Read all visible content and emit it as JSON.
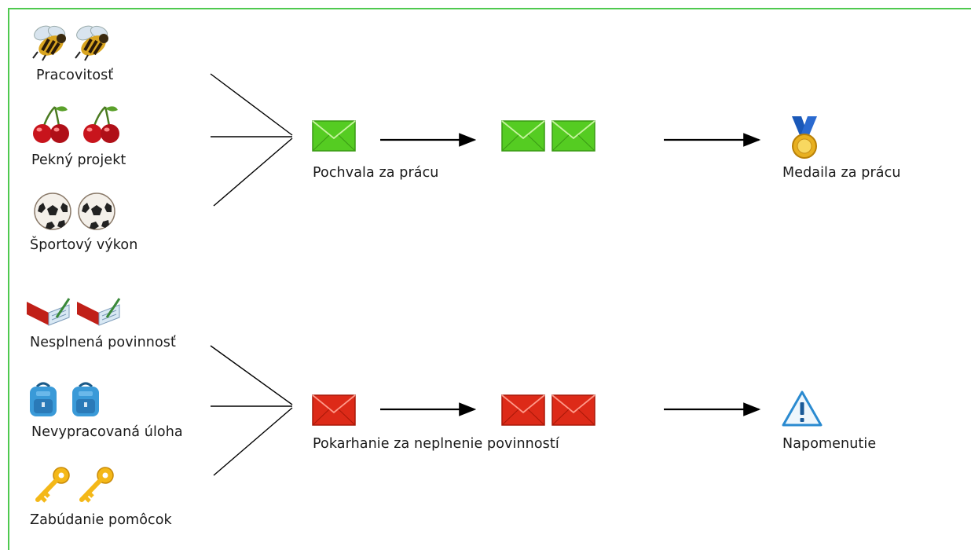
{
  "colors": {
    "frame": "#4fc94f",
    "praise": "#55cc22",
    "reprimand": "#dd2a18"
  },
  "good_behaviors": [
    {
      "label": "Pracovitosť",
      "icon": "bee-icon"
    },
    {
      "label": "Pekný projekt",
      "icon": "cherry-icon"
    },
    {
      "label": "Športový výkon",
      "icon": "soccer-ball-icon"
    }
  ],
  "bad_behaviors": [
    {
      "label": "Nesplnená povinnosť",
      "icon": "notebook-icon"
    },
    {
      "label": "Nevypracovaná úloha",
      "icon": "backpack-icon"
    },
    {
      "label": "Zabúdanie pomôcok",
      "icon": "key-icon"
    }
  ],
  "praise": {
    "label": "Pochvala za prácu",
    "icon": "green-envelope-icon"
  },
  "reprimand": {
    "label": "Pokarhanie za neplnenie povinností",
    "icon": "red-envelope-icon"
  },
  "medal": {
    "label": "Medaila za prácu",
    "icon": "medal-icon"
  },
  "warning": {
    "label": "Napomenutie",
    "icon": "warning-icon"
  }
}
